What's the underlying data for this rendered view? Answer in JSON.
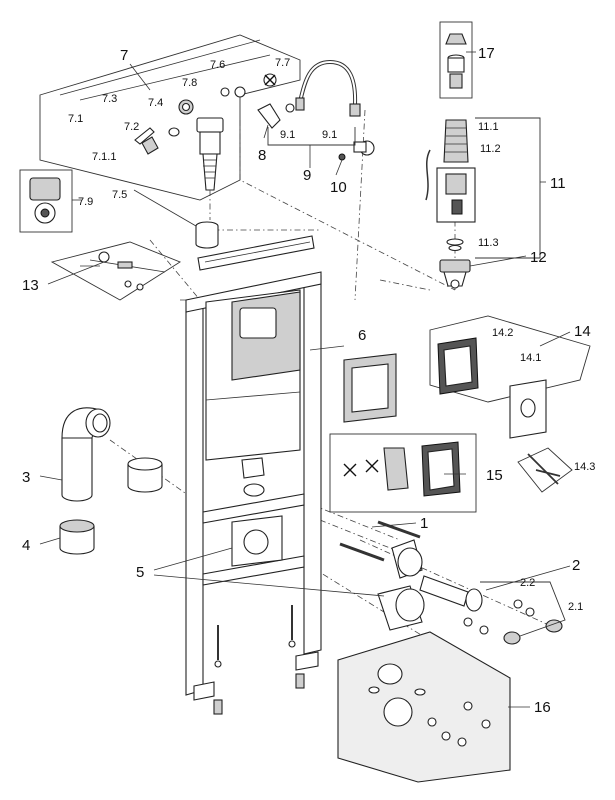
{
  "labels": {
    "p1": "1",
    "p2": "2",
    "p2_1": "2.1",
    "p2_2": "2.2",
    "p3": "3",
    "p4": "4",
    "p5": "5",
    "p6": "6",
    "p7": "7",
    "p7_1": "7.1",
    "p7_1_1": "7.1.1",
    "p7_2": "7.2",
    "p7_3": "7.3",
    "p7_4": "7.4",
    "p7_5": "7.5",
    "p7_6": "7.6",
    "p7_7": "7.7",
    "p7_8": "7.8",
    "p7_9": "7.9",
    "p8": "8",
    "p9": "9",
    "p9_1a": "9.1",
    "p9_1b": "9.1",
    "p10": "10",
    "p11": "11",
    "p11_1": "11.1",
    "p11_2": "11.2",
    "p11_3": "11.3",
    "p12": "12",
    "p13": "13",
    "p14": "14",
    "p14_1": "14.1",
    "p14_2": "14.2",
    "p14_3": "14.3",
    "p15": "15",
    "p16": "16",
    "p17": "17"
  }
}
